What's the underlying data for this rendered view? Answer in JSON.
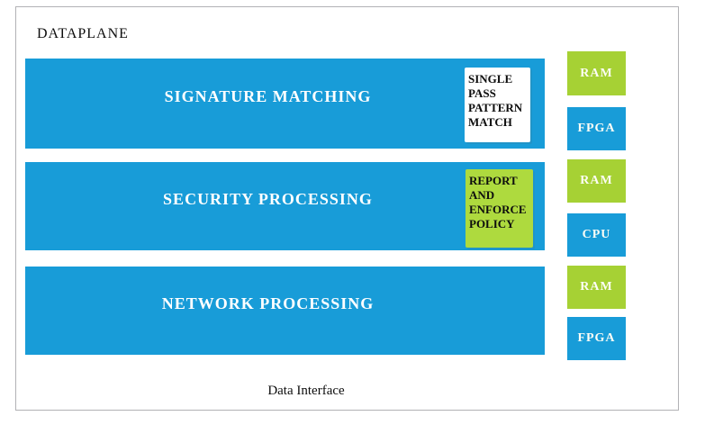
{
  "header": {
    "title": "DATAPLANE"
  },
  "colors": {
    "block_blue": "#189cd8",
    "module_green": "#a6d134",
    "callout_green": "#aeda3e",
    "callout_white": "#ffffff",
    "frame_border": "#b2b2b5",
    "label_white": "#ffffff",
    "text_black": "#0d0d0d"
  },
  "blocks": [
    {
      "label": "SIGNATURE MATCHING"
    },
    {
      "label": "SECURITY PROCESSING"
    },
    {
      "label": "NETWORK PROCESSING"
    }
  ],
  "callouts": {
    "single_pass": {
      "text": "SINGLE PASS PATTERN MATCH"
    },
    "report_policy": {
      "text": "REPORT AND ENFORCE POLICY"
    }
  },
  "side_modules": [
    {
      "label": "RAM",
      "color": "green"
    },
    {
      "label": "FPGA",
      "color": "blue"
    },
    {
      "label": "RAM",
      "color": "green"
    },
    {
      "label": "CPU",
      "color": "blue"
    },
    {
      "label": "RAM",
      "color": "green"
    },
    {
      "label": "FPGA",
      "color": "blue"
    }
  ],
  "footer": {
    "label": "Data Interface"
  }
}
